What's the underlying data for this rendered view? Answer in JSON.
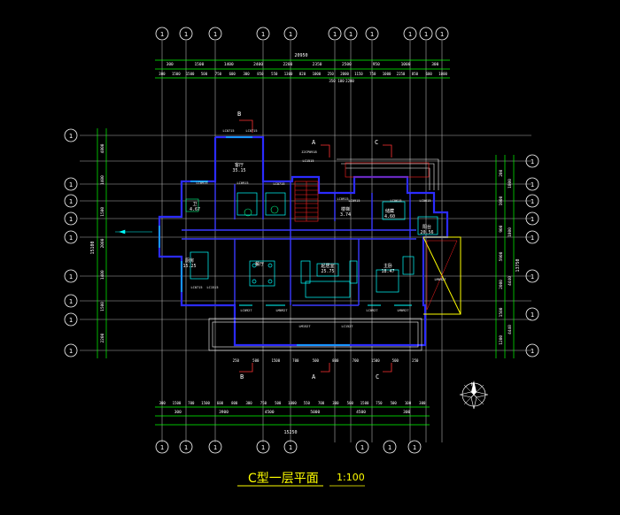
{
  "drawing": {
    "title": "C型一层平面",
    "scale": "1:100",
    "colors": {
      "background": "#000000",
      "walls": "#2b2bff",
      "dimension": "#00ff00",
      "text": "#ffffff",
      "label_cyan": "#00ffff",
      "accent_red": "#ff3333",
      "stair": "#ff2020",
      "furniture": "#00ffff",
      "annotation_yellow": "#ffff00",
      "guide": "#b0b0b0"
    }
  },
  "axis_bubble": "1",
  "dimensions": {
    "top_total": "20950",
    "top_row1": [
      "300",
      "1500",
      "1400",
      "2400",
      "2200",
      "2350",
      "2500",
      "950",
      "1000",
      "300"
    ],
    "top_row2": [
      "300",
      "1500",
      "1500",
      "500",
      "750",
      "600",
      "300",
      "850",
      "550",
      "1300",
      "820",
      "1000",
      "250",
      "2000",
      "1150",
      "750",
      "1000",
      "2250",
      "850",
      "600",
      "1000"
    ],
    "top_row3": [
      "350",
      "100",
      "2200"
    ],
    "bottom_total": "15250",
    "bottom_row1": [
      "300",
      "1500",
      "700",
      "1500",
      "600",
      "800",
      "300",
      "750",
      "500",
      "1000",
      "550",
      "700",
      "300",
      "500",
      "1500",
      "750",
      "500",
      "100",
      "300"
    ],
    "bottom_row2": [
      "300",
      "3900",
      "4500",
      "5000",
      "4500",
      "300"
    ],
    "bottom_row3": [
      "250",
      "500",
      "1500",
      "700",
      "500",
      "800",
      "700",
      "1500",
      "500",
      "250"
    ],
    "left_total": "15100",
    "left_rows": [
      "4800",
      "1400",
      "1500",
      "2000",
      "1400",
      "1500",
      "2200"
    ],
    "right_rows": [
      "200",
      "1900",
      "900",
      "5900",
      "2000",
      "1500",
      "1200"
    ],
    "right_total": "13750",
    "right_sub": [
      "1800",
      "1800",
      "4440",
      "4440"
    ]
  },
  "grid_labels": {
    "B_top": "B",
    "A_top": "A",
    "C_top": "C",
    "B_bottom": "B",
    "A_bottom": "A",
    "C_bottom": "C"
  },
  "rooms": [
    {
      "name": "客厅",
      "area": "35.15"
    },
    {
      "name": "卫",
      "area": "4.67"
    },
    {
      "name": "厨房",
      "area": "15.25"
    },
    {
      "name": "餐厅",
      "area": ""
    },
    {
      "name": "起居室",
      "area": "25.75"
    },
    {
      "name": "主卧",
      "area": "18.47"
    },
    {
      "name": "阳台",
      "area": "20.56"
    },
    {
      "name": "楼梯",
      "area": "3.74"
    },
    {
      "name": "储藏",
      "area": "4.60"
    }
  ],
  "window_tags": [
    "LC0715",
    "LC0715",
    "LC0915",
    "LC0715",
    "LC0715",
    "LC1515",
    "LC0915",
    "LC0927",
    "LM0927",
    "LM1527",
    "LC1527",
    "LC0927",
    "LM0927",
    "LC0915",
    "LC0615",
    "LC0615",
    "ZJCP0918",
    "LC0915",
    "LC1515",
    "LM0927"
  ],
  "north_arrow": "N"
}
